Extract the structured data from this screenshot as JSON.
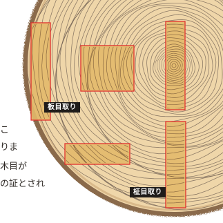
{
  "labels": {
    "flat_sawn": "板目取り",
    "quarter_sawn": "柾目取り"
  },
  "body_text": {
    "line1": "こ",
    "line2": "りま",
    "line3": "木目が",
    "line4": "の証とされ"
  },
  "colors": {
    "wood_face": "#efd6a9",
    "bark": "#8a6a4c",
    "ring_line": "#6d5e52",
    "board_fill": "#e2b96a",
    "board_outline": "#e0302c",
    "label_bg": "#1f1c1a",
    "text": "#2a2521"
  }
}
